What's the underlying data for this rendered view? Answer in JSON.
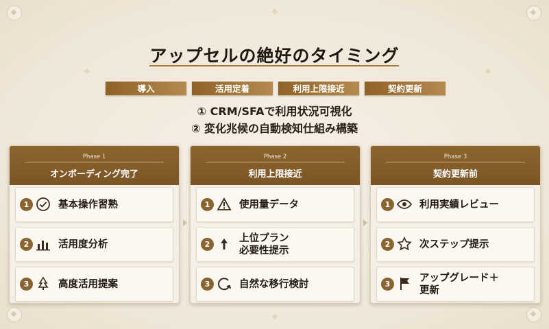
{
  "title": "アップセルの絶好のタイミング",
  "stages": [
    "導入",
    "活用定着",
    "利用上限接近",
    "契約更新"
  ],
  "goals": [
    "① CRM/SFAで利用状況可視化",
    "② 変化兆候の自動検知仕組み構築"
  ],
  "colors": {
    "accent": "#8a6330",
    "header": "#7a5424",
    "background": "#f2ece1"
  },
  "phases": [
    {
      "label": "Phase 1",
      "title": "オンボーディング完了",
      "items": [
        {
          "num": "1",
          "icon": "check-circle-icon",
          "text": "基本操作習熟"
        },
        {
          "num": "2",
          "icon": "bar-chart-icon",
          "text": "活用度分析"
        },
        {
          "num": "3",
          "icon": "tree-icon",
          "text": "高度活用提案"
        }
      ]
    },
    {
      "label": "Phase 2",
      "title": "利用上限接近",
      "items": [
        {
          "num": "1",
          "icon": "warning-icon",
          "text": "使用量データ"
        },
        {
          "num": "2",
          "icon": "arrow-up-icon",
          "text": "上位プラン\n必要性提示"
        },
        {
          "num": "3",
          "icon": "transition-icon",
          "text": "自然な移行検討"
        }
      ]
    },
    {
      "label": "Phase 3",
      "title": "契約更新前",
      "items": [
        {
          "num": "1",
          "icon": "eye-icon",
          "text": "利用実績レビュー"
        },
        {
          "num": "2",
          "icon": "star-icon",
          "text": "次ステップ提示"
        },
        {
          "num": "3",
          "icon": "flag-icon",
          "text": "アップグレード＋\n更新"
        }
      ]
    }
  ]
}
